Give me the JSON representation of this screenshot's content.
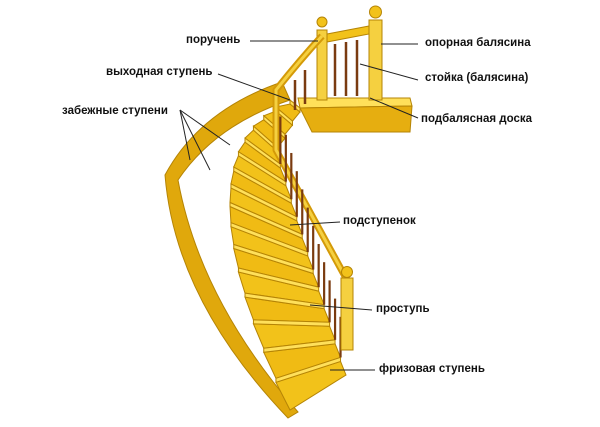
{
  "labels": {
    "handrail": "поручень",
    "newel_post": "опорная балясина",
    "baluster": "стойка (балясина)",
    "exit_step": "выходная ступень",
    "base_board": "подбалясная доска",
    "winder_steps": "забежные ступени",
    "riser": "подступенок",
    "tread": "проступь",
    "starter_step": "фризовая ступень"
  },
  "colors": {
    "wood": "#f2c21a",
    "wood_dark": "#d49a08",
    "wood_light": "#ffe05a",
    "baluster": "#7a3b10"
  }
}
